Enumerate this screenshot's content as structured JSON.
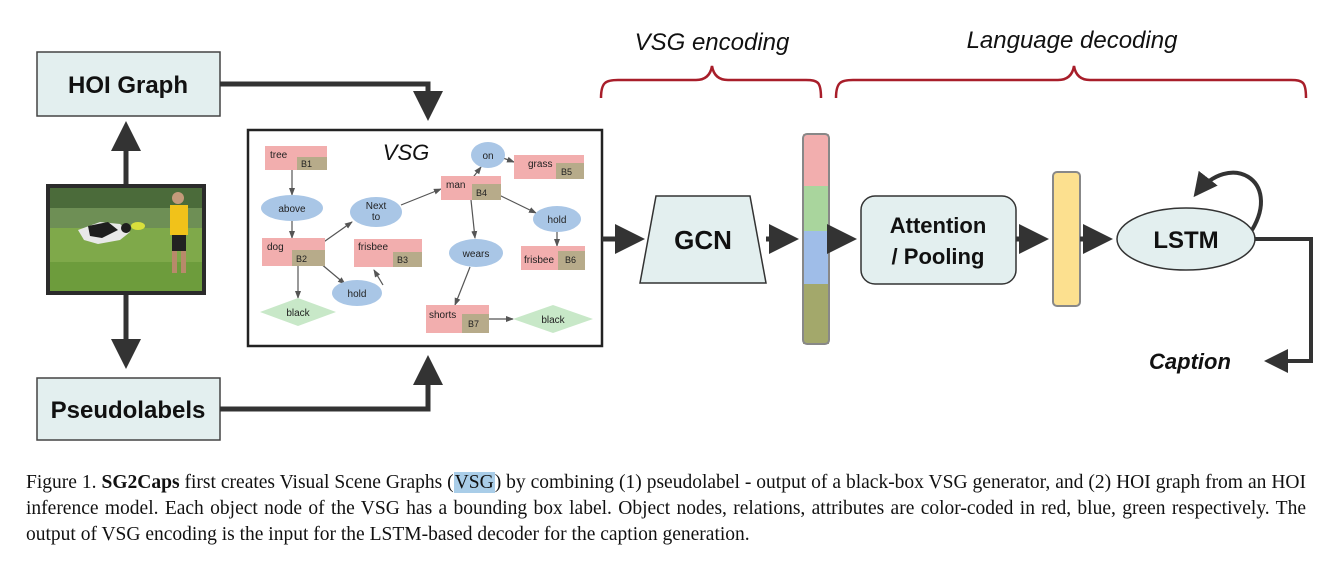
{
  "boxes": {
    "hoi_graph": "HOI Graph",
    "pseudolabels": "Pseudolabels",
    "gcn": "GCN",
    "attention_line1": "Attention",
    "attention_line2": "/ Pooling",
    "lstm": "LSTM"
  },
  "headers": {
    "vsg_encoding": "VSG encoding",
    "language_decoding": "Language decoding"
  },
  "output_label": "Caption",
  "vsg": {
    "title": "VSG",
    "object_nodes": [
      {
        "label": "tree",
        "box": "B1"
      },
      {
        "label": "dog",
        "box": "B2"
      },
      {
        "label": "frisbee",
        "box": "B3"
      },
      {
        "label": "man",
        "box": "B4"
      },
      {
        "label": "grass",
        "box": "B5"
      },
      {
        "label": "frisbee",
        "box": "B6"
      },
      {
        "label": "shorts",
        "box": "B7"
      }
    ],
    "relation_nodes": [
      "above",
      "Next\nto",
      "hold",
      "on",
      "wears",
      "hold"
    ],
    "attribute_nodes": [
      "black",
      "black"
    ]
  },
  "colors": {
    "object_fill": "#f2aeae",
    "bbox_fill": "#b7ab8a",
    "relation_fill": "#a9c6e6",
    "attribute_fill": "#c8e8c8",
    "box_fill": "#e3efef",
    "brace_color": "#a81e2a",
    "feature_stack": [
      "#f2aeae",
      "#a9d59d",
      "#9fbde8",
      "#a3a86b"
    ],
    "pooled_feature": "#fce08f"
  },
  "photo": {
    "icon": "photo-frisbee-dog"
  },
  "caption": {
    "prefix": "Figure 1. ",
    "bold": "SG2Caps",
    "part1": " first creates Visual Scene Graphs (",
    "highlight": "VSG",
    "part2": ") by combining (1) pseudolabel - output of a black-box VSG generator, and (2) HOI graph from an HOI inference model. Each object node of the VSG has a bounding box label. Object nodes, relations, attributes are color-coded in red, blue, green respectively. The output of VSG encoding is the input for the LSTM-based decoder for the caption generation."
  }
}
